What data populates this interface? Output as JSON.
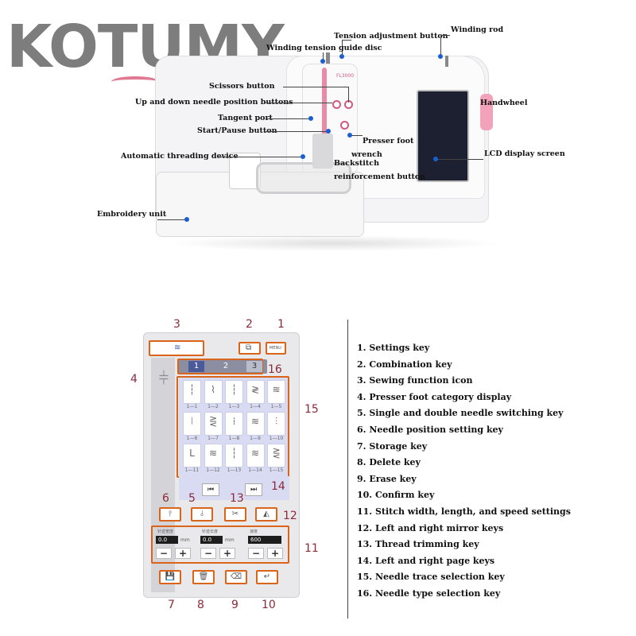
{
  "brand": {
    "logo_text": "KOTUMY"
  },
  "machine": {
    "model_text": "FL3000",
    "labels": {
      "tension_adjustment": "Tension adjustment button",
      "winding_rod": "Winding rod",
      "winding_tension_disc": "Winding tension guide disc",
      "scissors": "Scissors button",
      "needle_position": "Up and down needle position buttons",
      "handwheel": "Handwheel",
      "tangent_port": "Tangent port",
      "start_pause": "Start/Pause button",
      "presser_foot": "Presser foot",
      "wrench": "wrench",
      "auto_threading": "Automatic threading device",
      "lcd": "LCD display screen",
      "backstitch": "Backstitch",
      "reinforcement": "reinforcement button",
      "embroidery_unit": "Embroidery unit"
    }
  },
  "panel": {
    "tabs": [
      "1",
      "2",
      "3"
    ],
    "stitch_cells": [
      {
        "glyph": "┆",
        "label": "1—1"
      },
      {
        "glyph": "⌇",
        "label": "1—2"
      },
      {
        "glyph": "┆",
        "label": "1—3"
      },
      {
        "glyph": "≷",
        "label": "1—4"
      },
      {
        "glyph": "≋",
        "label": "1—5"
      },
      {
        "glyph": "⦚",
        "label": "1—6"
      },
      {
        "glyph": "⋛",
        "label": "1—7"
      },
      {
        "glyph": "⁞",
        "label": "1—8"
      },
      {
        "glyph": "≋",
        "label": "1—9"
      },
      {
        "glyph": "⫶",
        "label": "1—10"
      },
      {
        "glyph": "ᒪ",
        "label": "1—11"
      },
      {
        "glyph": "≋",
        "label": "1—12"
      },
      {
        "glyph": "┆",
        "label": "1—13"
      },
      {
        "glyph": "≋",
        "label": "1—14"
      },
      {
        "glyph": "⋛",
        "label": "1—15"
      }
    ],
    "settings": [
      {
        "label": "针迹宽度",
        "value": "0.0",
        "unit": "mm"
      },
      {
        "label": "针迹长度",
        "value": "0.0",
        "unit": "mm"
      },
      {
        "label": "速度",
        "value": "600",
        "unit": ""
      }
    ],
    "minus": "−",
    "plus": "+",
    "menu_label": "MENU",
    "page_prev": "⏮",
    "page_next": "⏭",
    "callouts": [
      "1",
      "2",
      "3",
      "4",
      "5",
      "6",
      "7",
      "8",
      "9",
      "10",
      "11",
      "12",
      "13",
      "14",
      "15",
      "16"
    ]
  },
  "legend": [
    "1. Settings key",
    "2. Combination key",
    "3. Sewing function icon",
    "4. Presser foot category display",
    "5. Single and double needle switching key",
    "6. Needle position setting key",
    "7. Storage key",
    "8. Delete key",
    "9. Erase key",
    "10. Confirm key",
    "11. Stitch width, length, and speed settings",
    "12. Left and right mirror keys",
    "13. Thread trimming key",
    "14. Left and right page keys",
    "15. Needle trace selection key",
    "16. Needle type selection key"
  ],
  "colors": {
    "callout_orange": "#d9641a",
    "accent_pink": "#e88aa8",
    "pointer_blue": "#1a5fd0",
    "number_red": "#8a2a3a"
  }
}
